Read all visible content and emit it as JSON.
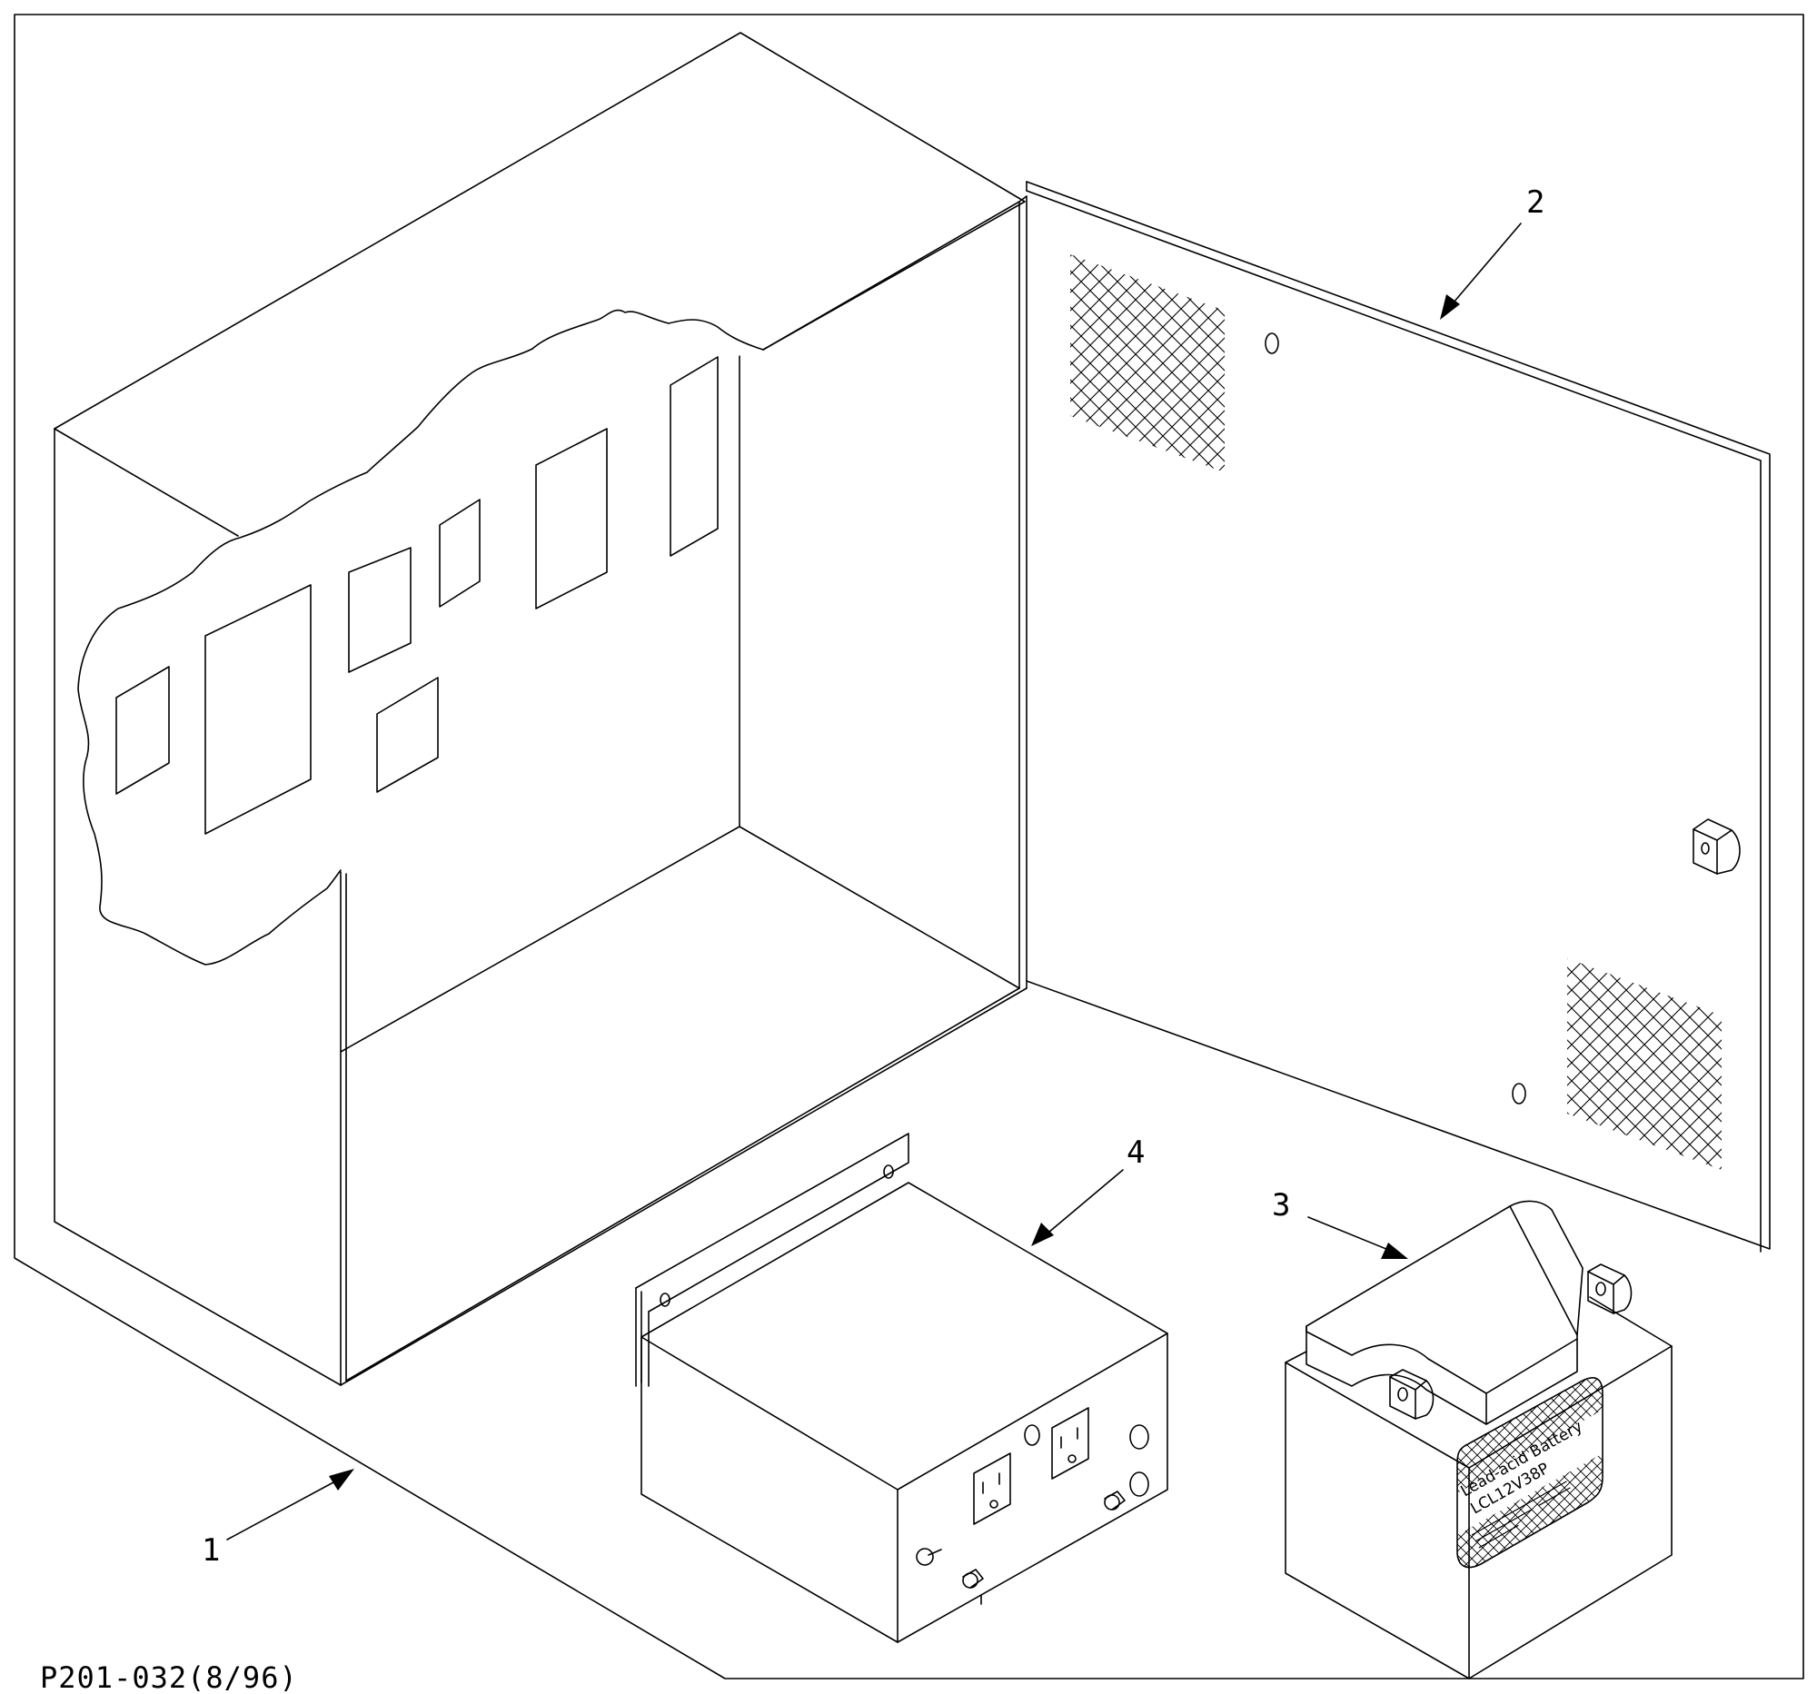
{
  "drawing_number": "P201-032(8/96)",
  "callouts": [
    {
      "id": "1",
      "text": "1"
    },
    {
      "id": "2",
      "text": "2"
    },
    {
      "id": "3",
      "text": "3"
    },
    {
      "id": "4",
      "text": "4"
    }
  ],
  "battery_label": {
    "line1": "Lead-acid Battery",
    "line2": "LCL12V38P"
  },
  "colors": {
    "line": "#000000",
    "background": "#ffffff"
  }
}
